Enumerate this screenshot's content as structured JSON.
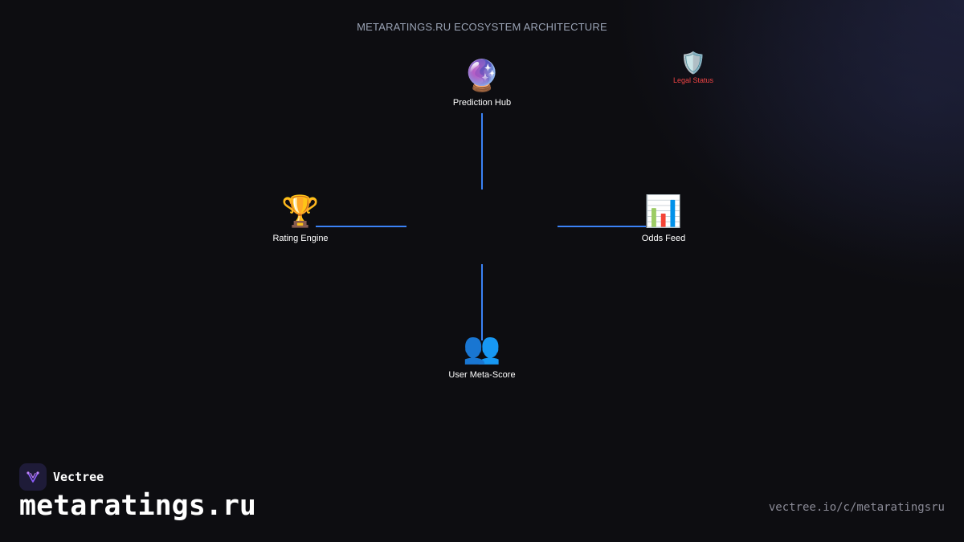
{
  "diagram": {
    "title": "METARATINGS.RU ECOSYSTEM ARCHITECTURE",
    "line_color": "#3b82f6",
    "nodes": {
      "prediction_hub": {
        "icon": "crystal-ball-icon",
        "glyph": "🔮",
        "label": "Prediction Hub"
      },
      "rating_engine": {
        "icon": "trophy-icon",
        "glyph": "🏆",
        "label": "Rating Engine"
      },
      "odds_feed": {
        "icon": "bar-chart-icon",
        "glyph": "📊",
        "label": "Odds Feed"
      },
      "user_meta_score": {
        "icon": "users-icon",
        "glyph": "👥",
        "label": "User Meta-Score"
      }
    },
    "legal_status": {
      "icon": "shield-icon",
      "glyph": "🛡️",
      "label": "Legal Status",
      "color": "#ef4444"
    }
  },
  "branding": {
    "logo_icon": "vectree-logo-icon",
    "name": "Vectree",
    "site_title": "metaratings.ru",
    "url": "vectree.io/c/metaratingsru"
  }
}
